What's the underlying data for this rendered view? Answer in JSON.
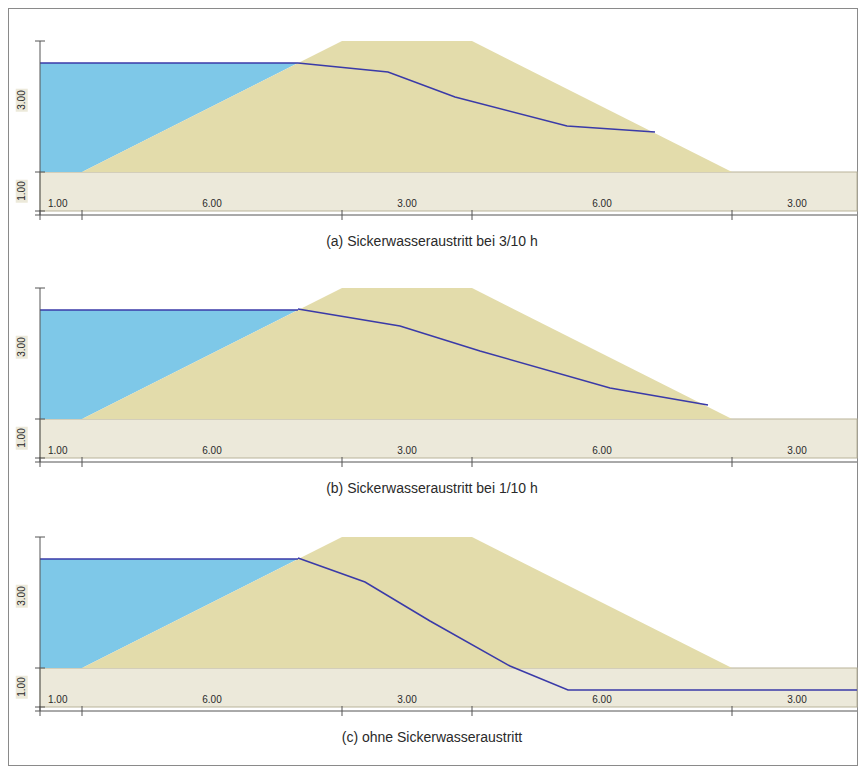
{
  "diagram": {
    "labels": [
      "3.00",
      "1.00",
      "1.00",
      "6.00",
      "3.00",
      "6.00",
      "3.00",
      "(a) Sickerwasseraustritt bei 3/10 h",
      "3.00",
      "1.00",
      "1.00",
      "6.00",
      "3.00",
      "6.00",
      "3.00",
      "(b) Sickerwasseraustritt bei 1/10 h",
      "3.00",
      "1.00",
      "1.00",
      "6.00",
      "3.00",
      "6.00",
      "3.00",
      "(c) ohne Sickerwasseraustritt"
    ]
  }
}
